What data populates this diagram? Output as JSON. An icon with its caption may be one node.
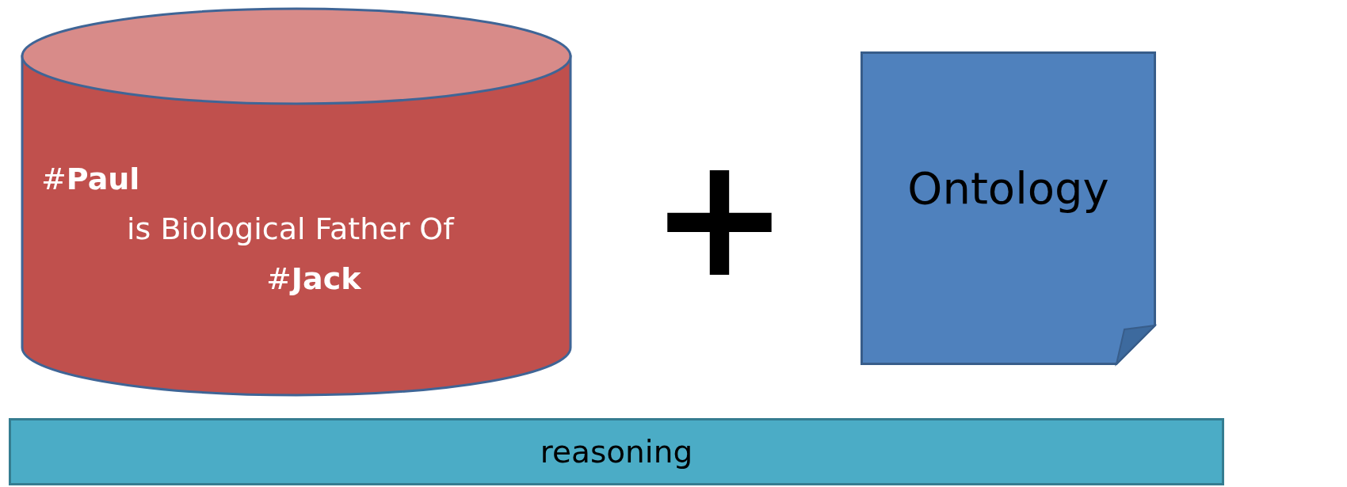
{
  "diagram": {
    "nodes": [
      {
        "text": [
          "#**Paul**",
          "is Biological Father Of",
          "#**Jack**"
        ]
      },
      {
        "text": [
          "Ontology"
        ]
      },
      {
        "text": [
          "reasoning"
        ]
      }
    ],
    "labels": [
      "+"
    ]
  }
}
